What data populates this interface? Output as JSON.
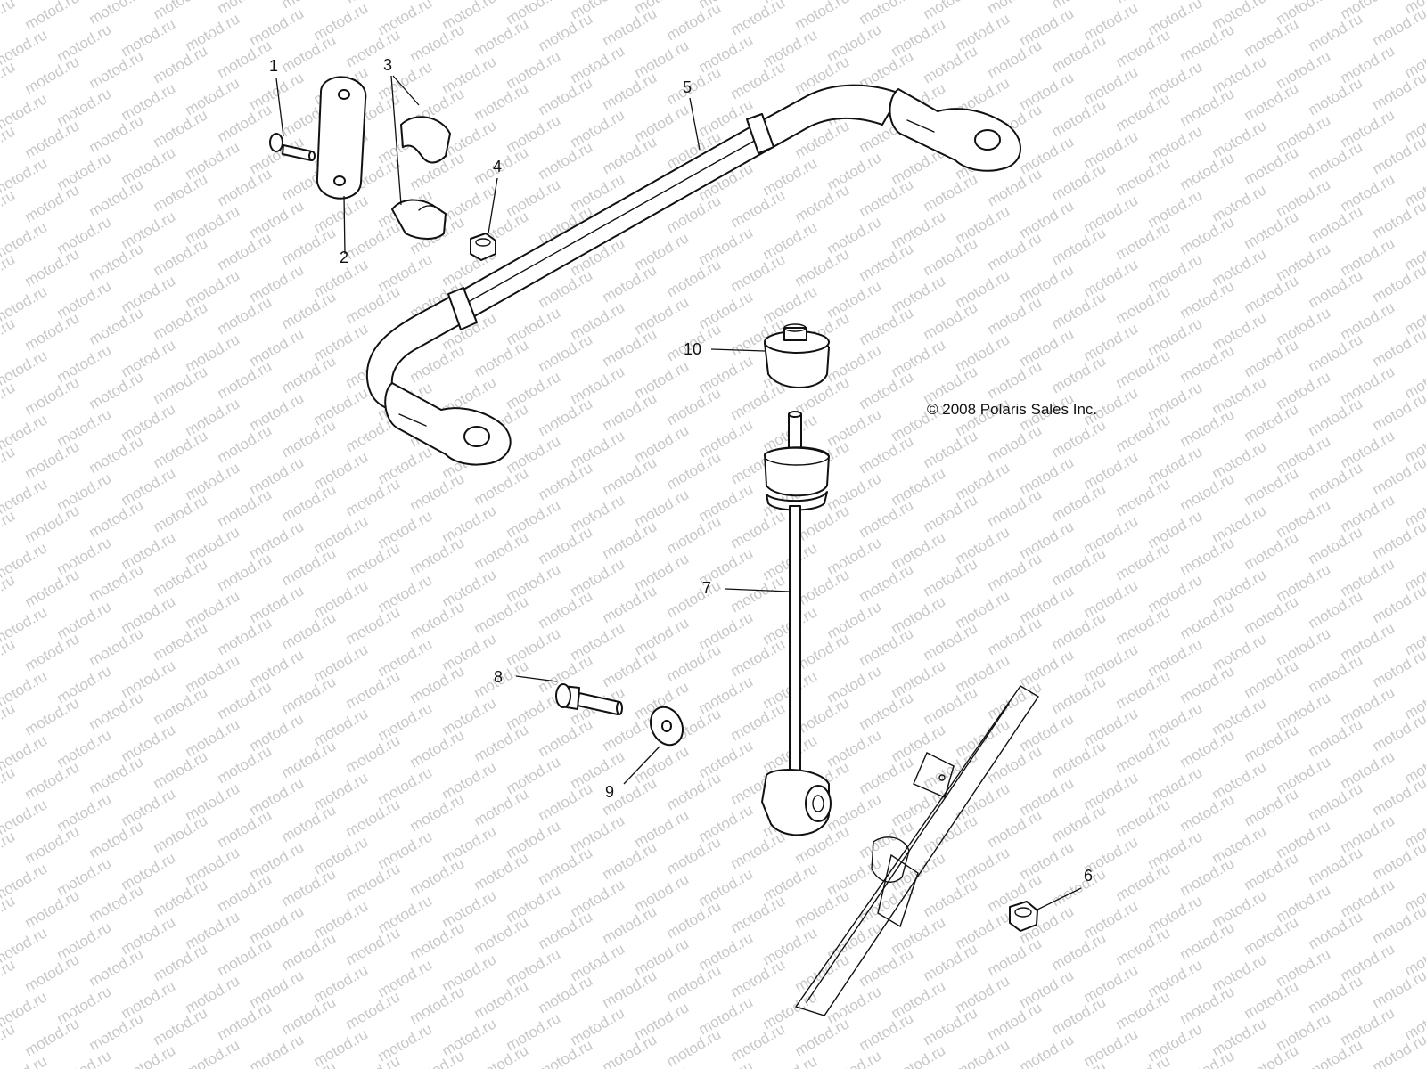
{
  "watermark": "motod.ru",
  "copyright": "© 2008 Polaris Sales Inc.",
  "callouts": {
    "c1": "1",
    "c2": "2",
    "c3": "3",
    "c4": "4",
    "c5": "5",
    "c6": "6",
    "c7": "7",
    "c8": "8",
    "c9": "9",
    "c10": "10"
  }
}
